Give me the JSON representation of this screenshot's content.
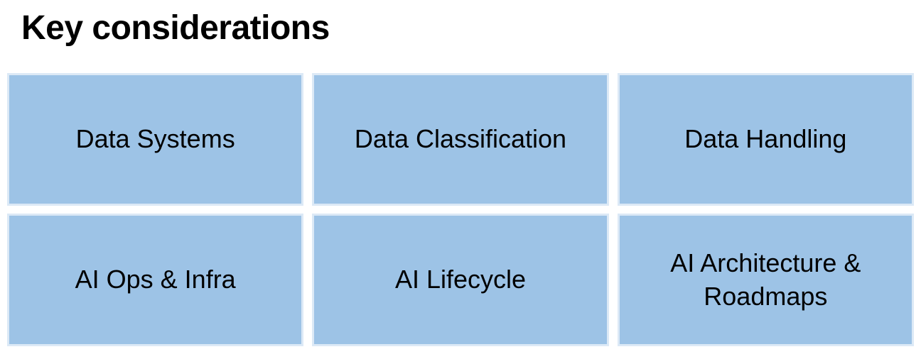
{
  "title": "Key considerations",
  "colors": {
    "page_bg": "#ffffff",
    "box_fill": "#9dc3e6",
    "box_border": "#dce9f6",
    "text": "#000000"
  },
  "grid": {
    "rows": [
      {
        "cells": [
          {
            "label": "Data Systems"
          },
          {
            "label": "Data Classification"
          },
          {
            "label": "Data Handling"
          }
        ]
      },
      {
        "cells": [
          {
            "label": "AI Ops & Infra"
          },
          {
            "label": "AI Lifecycle"
          },
          {
            "label": "AI Architecture & Roadmaps"
          }
        ]
      }
    ]
  }
}
